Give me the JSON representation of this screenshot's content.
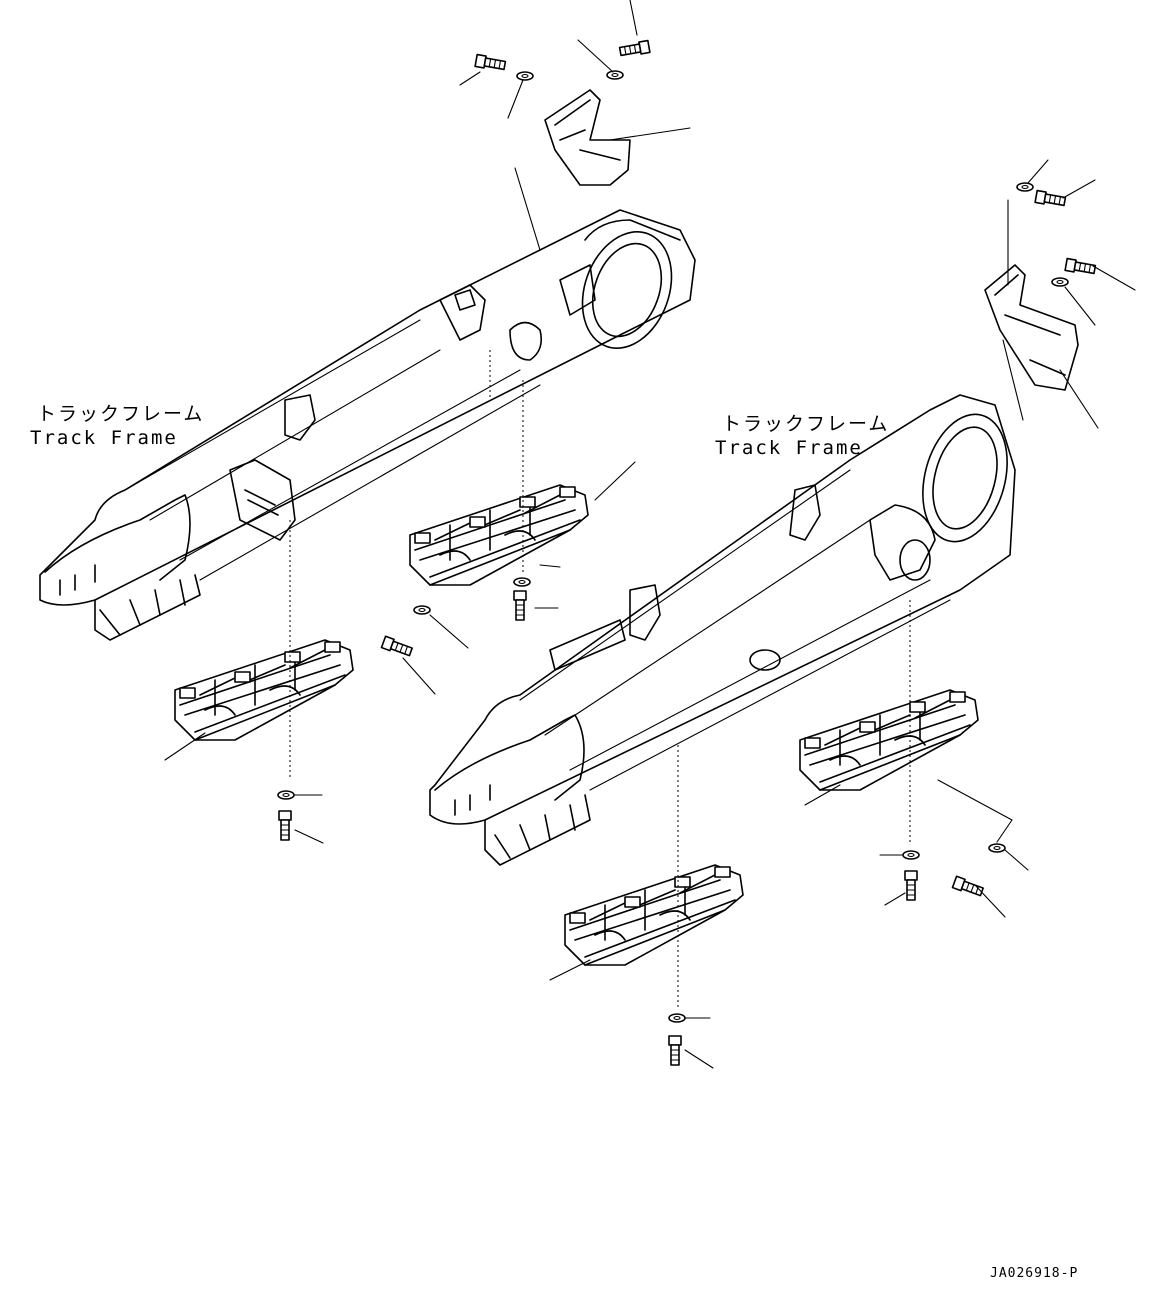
{
  "labels": {
    "frame_left_jp": "トラックフレーム",
    "frame_left_en": "Track Frame",
    "frame_right_jp": "トラックフレーム",
    "frame_right_en": "Track Frame"
  },
  "drawing_ref": "JA026918-P"
}
